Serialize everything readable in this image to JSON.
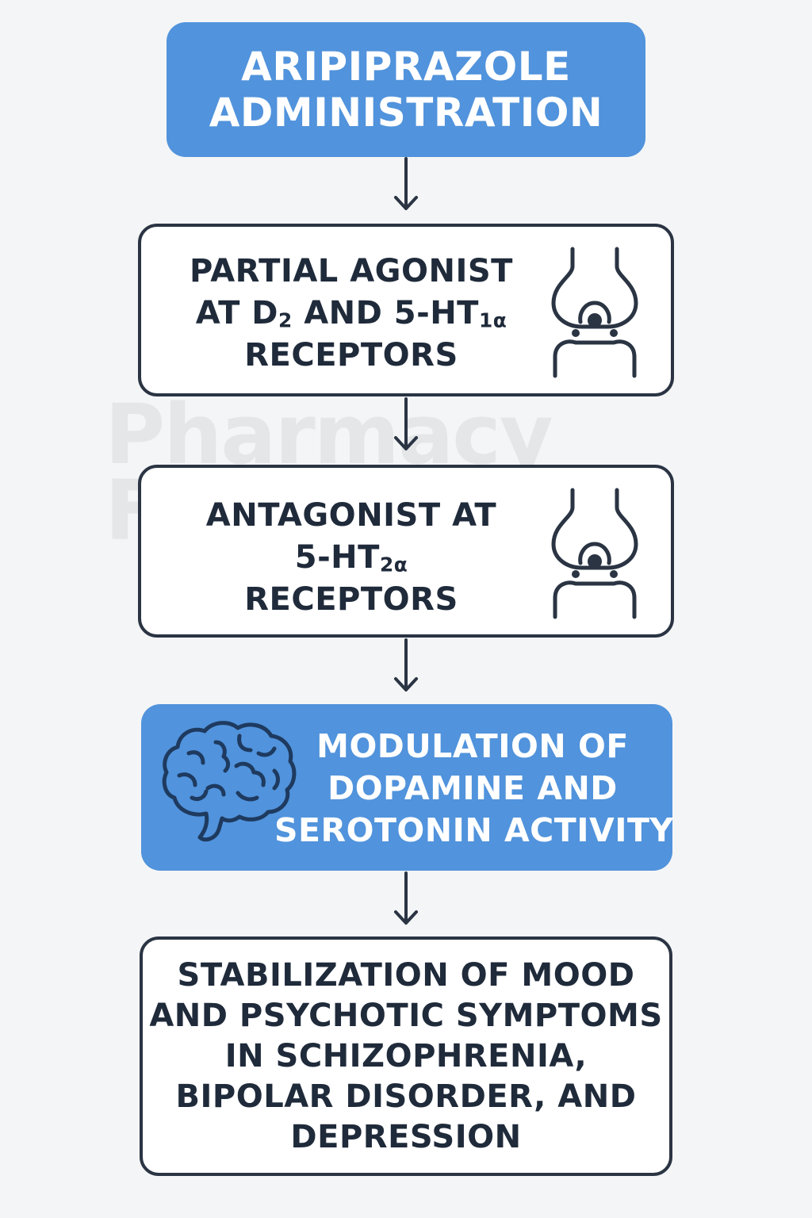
{
  "watermark": {
    "line1": "Pharmacy",
    "line2": "Freak"
  },
  "steps": {
    "administration": {
      "lines": [
        "ARIPIPRAZOLE",
        "ADMINISTRATION"
      ]
    },
    "partial_agonist": {
      "line1": "PARTIAL AGONIST",
      "line2_prefix": "AT D",
      "line2_sub1": "2",
      "line2_mid": " AND 5-HT",
      "line2_sub2": "1α",
      "line3": "RECEPTORS",
      "icon": "receptor-icon"
    },
    "antagonist": {
      "line1": "ANTAGONIST AT",
      "line2_prefix": "5-HT",
      "line2_sub": "2α",
      "line3": "RECEPTORS",
      "icon": "receptor-icon"
    },
    "modulation": {
      "lines": [
        "MODULATION OF",
        "DOPAMINE AND",
        "SEROTONIN ACTIVITY"
      ],
      "icon": "brain-icon"
    },
    "stabilization": {
      "lines": [
        "STABILIZATION OF MOOD",
        "AND PSYCHOTIC SYMPTOMS",
        "IN SCHIZOPHRENIA,",
        "BIPOLAR DISORDER, AND",
        "DEPRESSION"
      ]
    }
  },
  "colors": {
    "accent_blue": "#5193dc",
    "dark_stroke": "#2a3443",
    "text_dark": "#1f2a3a",
    "background": "#f4f5f6",
    "brain_stroke": "#1e3a5f"
  }
}
